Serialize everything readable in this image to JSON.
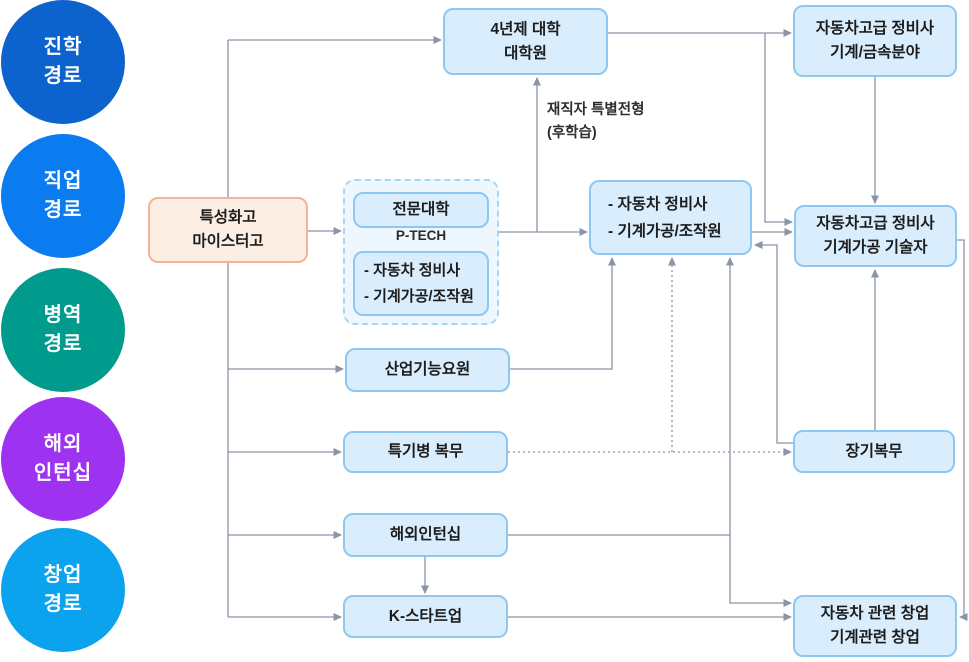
{
  "diagram": {
    "legend": [
      {
        "line1": "진학",
        "line2": "경로",
        "color": "#0d63cd"
      },
      {
        "line1": "직업",
        "line2": "경로",
        "color": "#0b7bf0"
      },
      {
        "line1": "병역",
        "line2": "경로",
        "color": "#009b8d"
      },
      {
        "line1": "해외",
        "line2": "인턴십",
        "color": "#9d33f0"
      },
      {
        "line1": "창업",
        "line2": "경로",
        "color": "#0ca3ee"
      }
    ],
    "nodes": {
      "source": {
        "line1": "특성화고",
        "line2": "마이스터고"
      },
      "univ4": {
        "line1": "4년제 대학",
        "line2": "대학원"
      },
      "adv_metal": {
        "line1": "자동차고급 정비사",
        "line2": "기계/금속분야"
      },
      "ptech": {
        "title": "전문대학",
        "tag": "P-TECH",
        "job1": "- 자동차 정비사",
        "job2": "- 기계가공/조작원"
      },
      "jobs_mid": {
        "line1": "- 자동차 정비사",
        "line2": "- 기계가공/조작원"
      },
      "adv_tech": {
        "line1": "자동차고급 정비사",
        "line2": "기계가공 기술자"
      },
      "industrial": {
        "label": "산업기능요원"
      },
      "military": {
        "label": "특기병 복무"
      },
      "longterm": {
        "label": "장기복무"
      },
      "intern": {
        "label": "해외인턴십"
      },
      "kstartup": {
        "label": "K-스타트업"
      },
      "startup": {
        "line1": "자동차 관련 창업",
        "line2": "기계관련 창업"
      }
    },
    "annotation": {
      "line1": "재직자 특별전형",
      "line2": "(후학습)"
    },
    "colors": {
      "node_fill": "#d9edfc",
      "node_border": "#8ec8f2",
      "source_fill": "#fdeee3",
      "source_border": "#f4b29a",
      "group_fill": "#eff7fe",
      "group_border": "#a9d5f4",
      "connector": "#8a95a6",
      "text": "#1c1c1c"
    }
  }
}
